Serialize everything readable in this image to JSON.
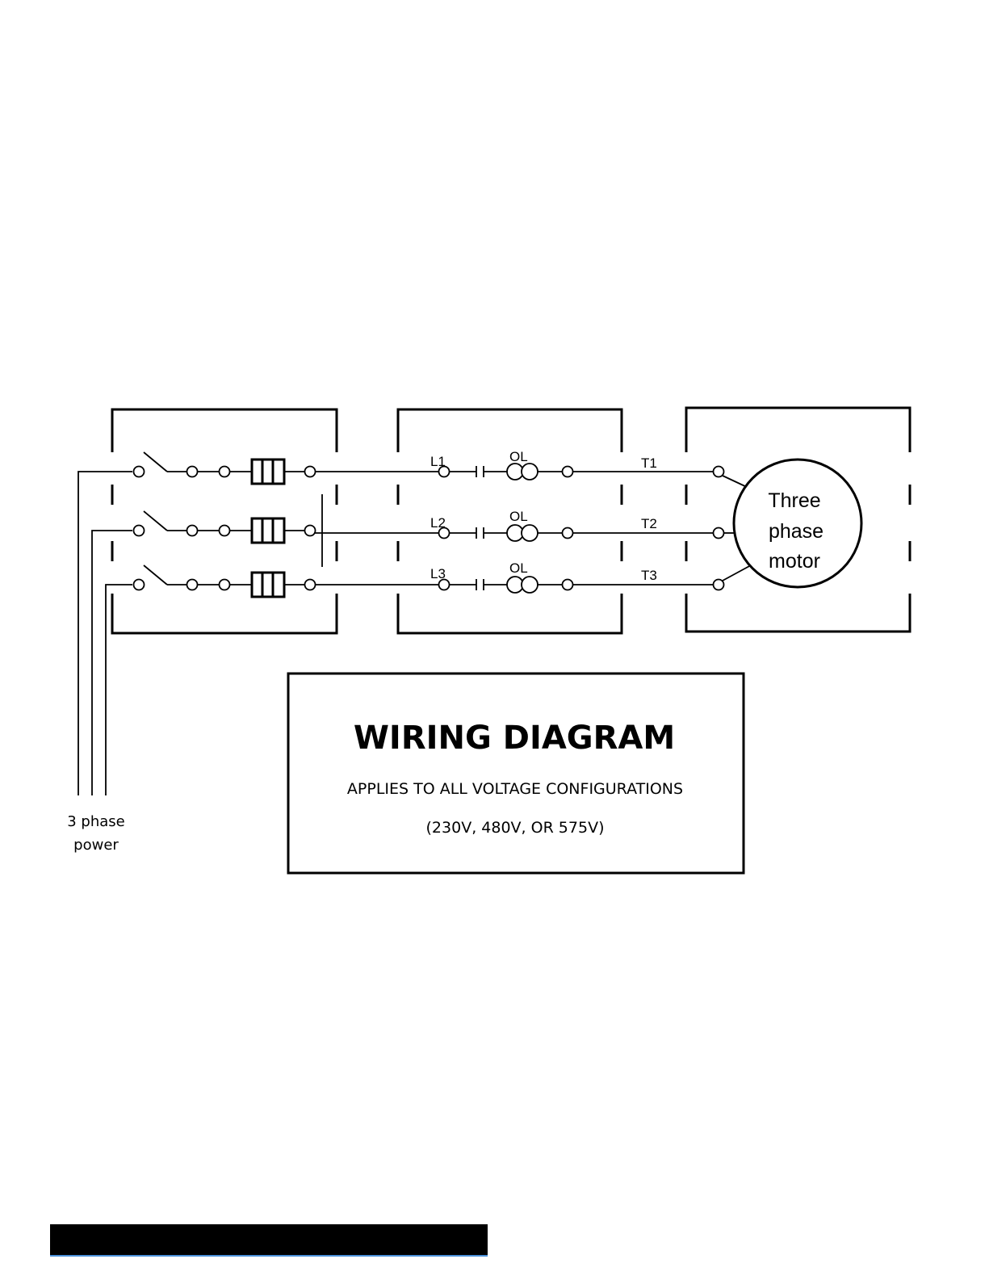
{
  "lines": [
    {
      "contactor_label": "L1",
      "overload_label": "OL",
      "motor_terminal": "T1"
    },
    {
      "contactor_label": "L2",
      "overload_label": "OL",
      "motor_terminal": "T2"
    },
    {
      "contactor_label": "L3",
      "overload_label": "OL",
      "motor_terminal": "T3"
    }
  ],
  "motor": {
    "line1": "Three",
    "line2": "phase",
    "line3": "motor"
  },
  "power": {
    "line1": "3 phase",
    "line2": "power"
  },
  "title_box": {
    "title": "WIRING DIAGRAM",
    "subtitle": "APPLIES TO ALL VOLTAGE CONFIGURATIONS",
    "voltages": "(230V, 480V, OR 575V)"
  }
}
